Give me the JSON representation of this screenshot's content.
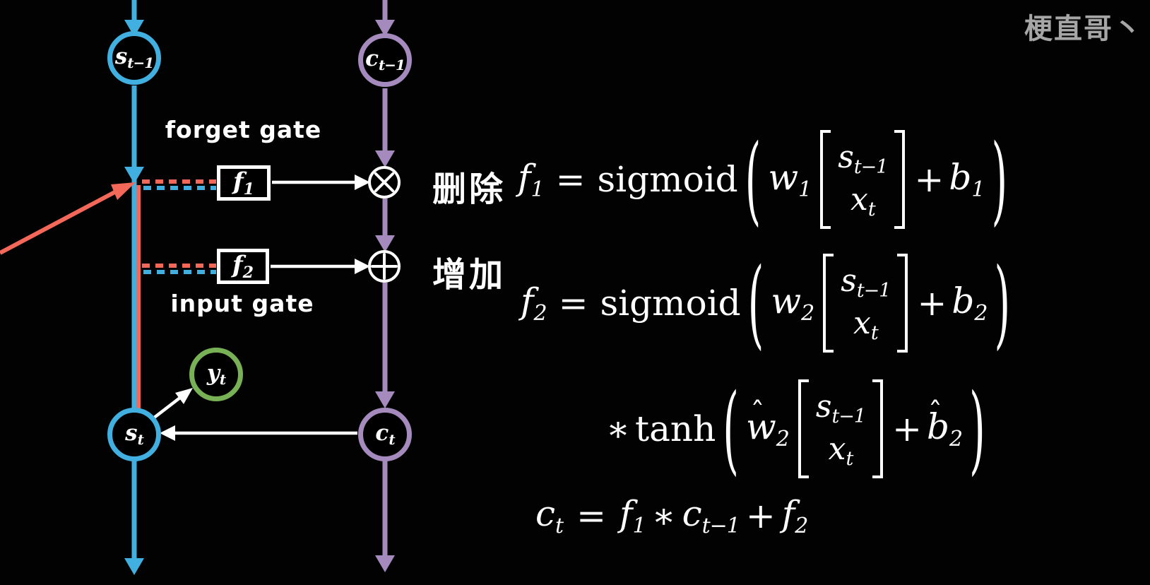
{
  "watermark": {
    "text": "梗直哥丶"
  },
  "colors": {
    "state_blue": "#41b0e0",
    "cell_purple": "#a58abd",
    "input_red": "#f4685a",
    "output_green": "#77b055",
    "wire_white": "#ffffff",
    "watermark_gray": "#a6a6a6"
  },
  "diagram": {
    "nodes": {
      "s_prev": {
        "base": "s",
        "sub": "t−1"
      },
      "c_prev": {
        "base": "c",
        "sub": "t−1"
      },
      "y": {
        "base": "y",
        "sub": "t"
      },
      "s": {
        "base": "s",
        "sub": "t"
      },
      "c": {
        "base": "c",
        "sub": "t"
      }
    },
    "gates": {
      "f1": {
        "name": "f",
        "sub": "1",
        "caption": "forget gate"
      },
      "f2": {
        "name": "f",
        "sub": "2",
        "caption": "input gate"
      }
    },
    "operators": {
      "multiply": {
        "icon": "circle-multiply-icon",
        "annotation": "删除"
      },
      "add": {
        "icon": "circle-plus-icon",
        "annotation": "增加"
      }
    }
  },
  "equations": {
    "f1": {
      "lhs": "f",
      "lhs_sub": "1",
      "rel": "=",
      "fn": "sigmoid",
      "open": "(",
      "w": "w",
      "w_sub": "1",
      "vec_top": "s",
      "vec_top_sub": "t−1",
      "vec_bot": "x",
      "vec_bot_sub": "t",
      "plus": "+",
      "b": "b",
      "b_sub": "1",
      "close": ")"
    },
    "f2": {
      "lhs": "f",
      "lhs_sub": "2",
      "rel": "=",
      "fn": "sigmoid",
      "open": "(",
      "w": "w",
      "w_sub": "2",
      "vec_top": "s",
      "vec_top_sub": "t−1",
      "vec_bot": "x",
      "vec_bot_sub": "t",
      "plus": "+",
      "b": "b",
      "b_sub": "2",
      "close": ")"
    },
    "f2_tanh": {
      "star": "∗",
      "fn": "tanh",
      "open": "(",
      "hat_w": "ˆ",
      "w": "w",
      "w_sub": "2",
      "vec_top": "s",
      "vec_top_sub": "t−1",
      "vec_bot": "x",
      "vec_bot_sub": "t",
      "plus": "+",
      "hat_b": "ˆ",
      "b": "b",
      "b_sub": "2",
      "close": ")"
    },
    "ct": {
      "tokens": [
        {
          "t": "c",
          "s": "t"
        },
        {
          "t": "="
        },
        {
          "t": "f",
          "s": "1"
        },
        {
          "t": "∗"
        },
        {
          "t": "c",
          "s": "t−1"
        },
        {
          "t": "+"
        },
        {
          "t": "f",
          "s": "2"
        }
      ]
    }
  }
}
